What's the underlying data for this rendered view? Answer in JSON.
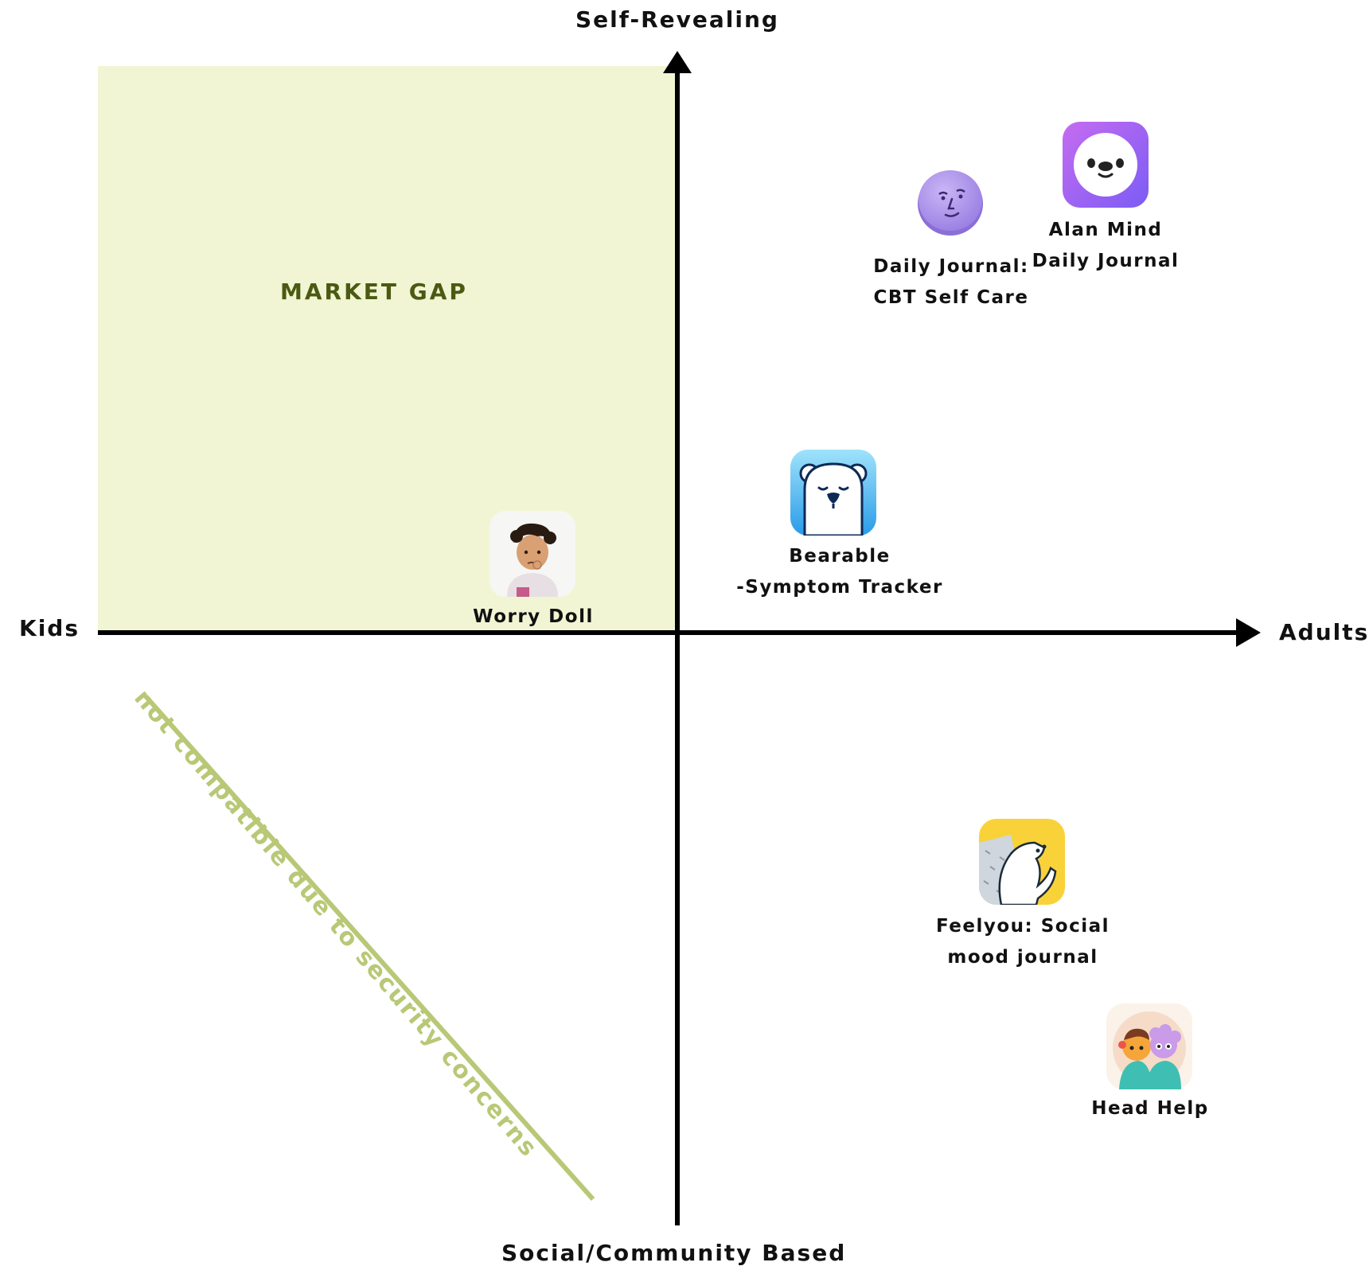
{
  "colors": {
    "axis": "#000000",
    "gap_fill": "#f1f5d3",
    "gap_text": "#4b5a12",
    "note": "#b8c876"
  },
  "axes": {
    "top": "Self-Revealing",
    "bottom": "Social/Community Based",
    "left": "Kids",
    "right": "Adults"
  },
  "market_gap": {
    "label": "MARKET GAP"
  },
  "note": {
    "label": "not compatible due to security concerns"
  },
  "apps": [
    {
      "id": "daily-journal",
      "icon": "purple-face-icon",
      "lines": [
        "Daily Journal:",
        "CBT Self Care"
      ]
    },
    {
      "id": "alan-mind",
      "icon": "white-face-on-purple-icon",
      "lines": [
        "Alan Mind",
        "Daily Journal"
      ]
    },
    {
      "id": "bearable",
      "icon": "polar-bear-icon",
      "lines": [
        "Bearable",
        "-Symptom Tracker"
      ]
    },
    {
      "id": "worry-doll",
      "icon": "worried-child-icon",
      "lines": [
        "Worry Doll"
      ]
    },
    {
      "id": "feelyou",
      "icon": "hedgehog-icon",
      "lines": [
        "Feelyou: Social",
        "mood journal"
      ]
    },
    {
      "id": "head-help",
      "icon": "two-characters-icon",
      "lines": [
        "Head Help"
      ]
    }
  ]
}
